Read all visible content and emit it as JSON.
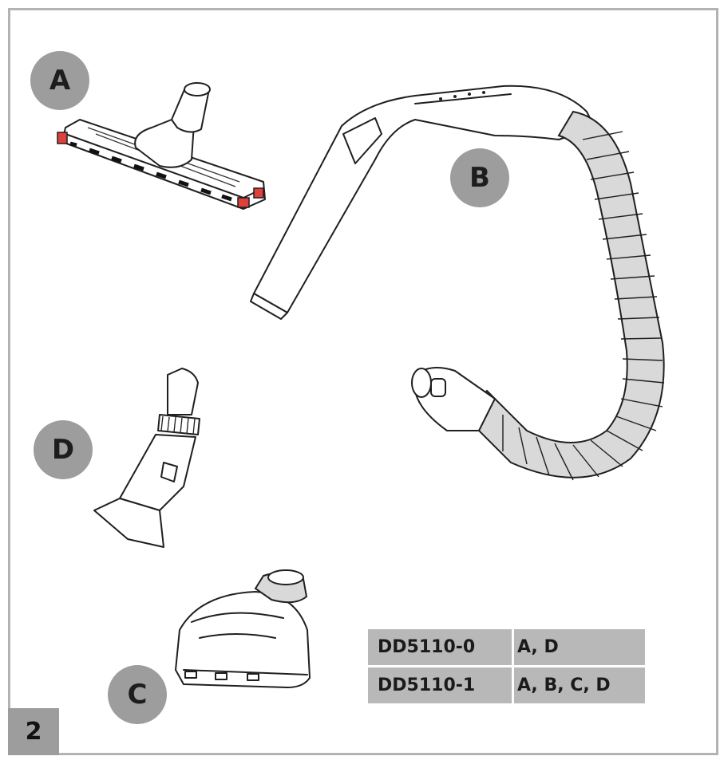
{
  "markers": {
    "a": "A",
    "b": "B",
    "c": "C",
    "d": "D"
  },
  "page_number": "2",
  "models": [
    {
      "code": "DD5110-0",
      "parts": "A, D"
    },
    {
      "code": "DD5110-1",
      "parts": "A, B, C, D"
    }
  ],
  "colors": {
    "frame": "#b3b3b3",
    "marker": "#9d9d9d",
    "table": "#b8b8b8",
    "accent_red": "#e0403a"
  },
  "icons": [
    "floor-nozzle-illustration",
    "hose-handle-illustration",
    "turbo-brush-illustration",
    "crevice-tool-illustration"
  ]
}
